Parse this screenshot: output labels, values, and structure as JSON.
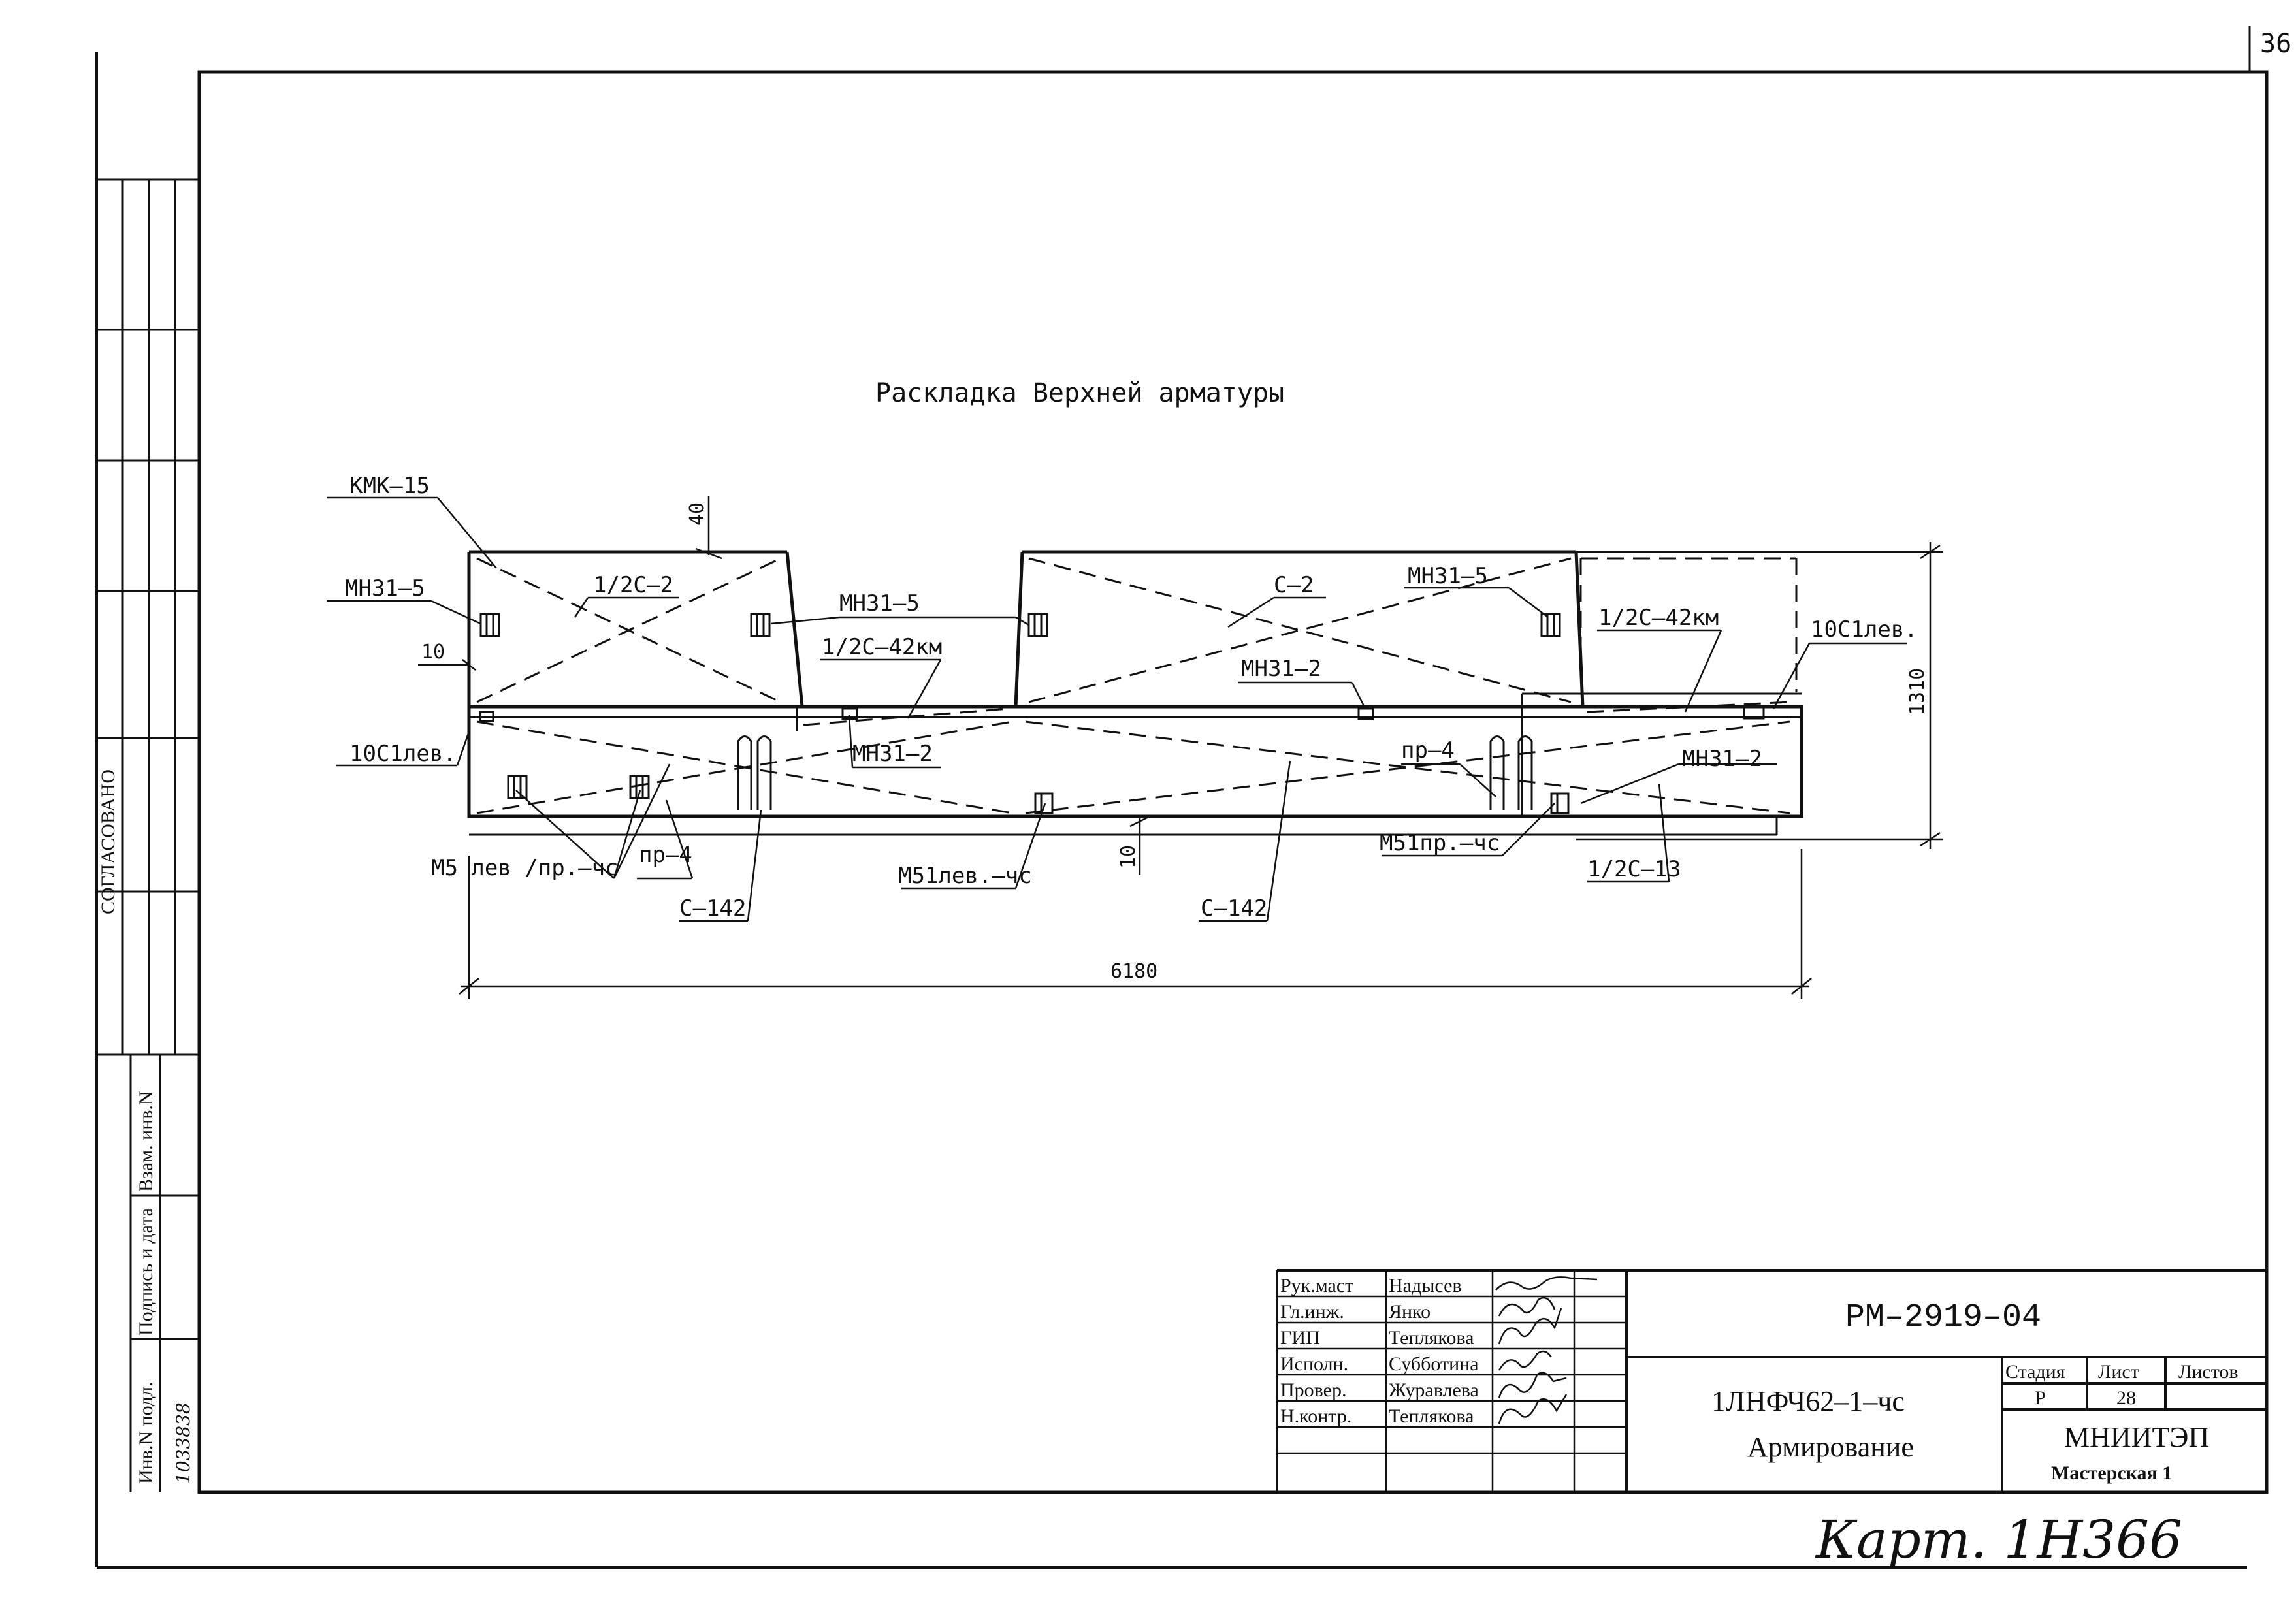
{
  "page_number": "36",
  "drawing_title": "Раскладка Верхней арматуры",
  "stamp_side": {
    "agreed": "СОГЛАСОВАНО",
    "inv_no_label": "Инв.N подл.",
    "sign_date_label": "Подпись и дата",
    "replace_inv_label": "Взам. инв.N",
    "inv_no_value": "1033838"
  },
  "callouts": {
    "kmk15": "КМК–15",
    "mn31_5_left": "МН31–5",
    "c2_half": "1/2С–2",
    "mn31_5_mid": "МН31–5",
    "c42km_left": "1/2С–42км",
    "c2": "С–2",
    "mn31_5_right": "МН31–5",
    "mn31_2_top": "МН31–2",
    "c42km_right": "1/2С–42км",
    "c10lev_right": "10С1лев.",
    "c10lev_left": "10С1лев.",
    "mn31_2_mid": "МН31–2",
    "pr4_right": "пр–4",
    "mn31_2_right": "МН31–2",
    "m5_lev_pr": "М5 лев /пр.–чс",
    "pr4_left": "пр–4",
    "c142_left": "С–142",
    "m51_lev": "М51лев.–чс",
    "c142_right": "С–142",
    "m51_pr": "М51пр.–чс",
    "c13_half": "1/2С–13"
  },
  "dimensions": {
    "d40": "40",
    "d10_left": "10",
    "d1310": "1310",
    "d10_bottom": "10",
    "d6180": "6180"
  },
  "title_block": {
    "roles": [
      "Рук.маст",
      "Гл.инж.",
      "ГИП",
      "Исполн.",
      "Провер.",
      "Н.контр."
    ],
    "names": [
      "Надысев",
      "Янко",
      "Теплякова",
      "Субботина",
      "Журавлева",
      "Теплякова"
    ],
    "doc_code": "РМ–2919–04",
    "stage_label": "Стадия",
    "sheet_label": "Лист",
    "sheets_label": "Листов",
    "stage_value": "Р",
    "sheet_value": "28",
    "sheets_value": "",
    "product": "1ЛНФЧ62–1–чс",
    "subject": "Армирование",
    "org": "МНИИТЭП",
    "workshop": "Мастерская 1"
  },
  "handwritten_note": "Карт. 1Н366"
}
